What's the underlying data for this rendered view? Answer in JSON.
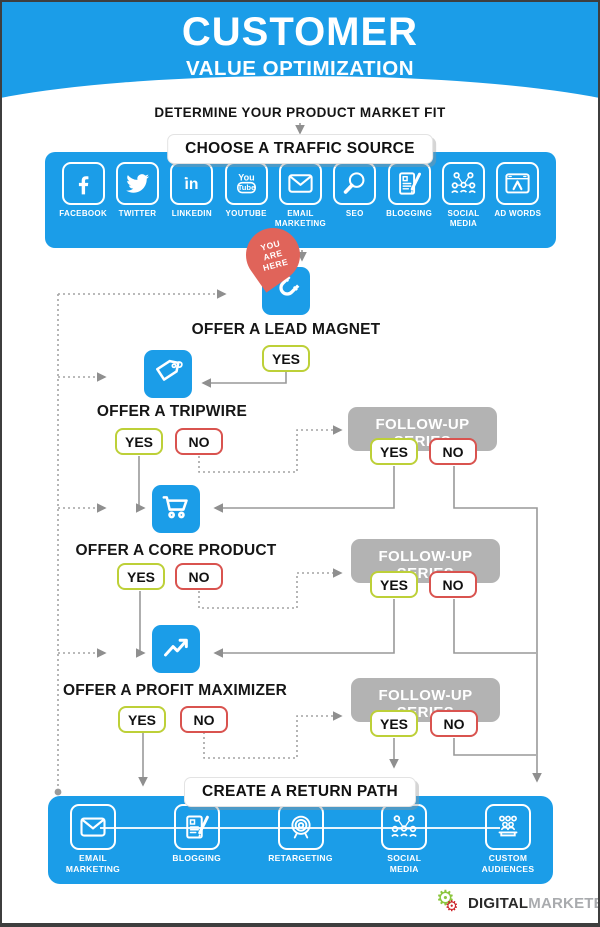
{
  "header": {
    "title": "CUSTOMER",
    "subtitle": "VALUE OPTIMIZATION"
  },
  "steps": {
    "determine": "DETERMINE YOUR PRODUCT MARKET FIT",
    "choose_traffic": "CHOOSE A TRAFFIC SOURCE",
    "create_return": "CREATE A RETURN PATH"
  },
  "traffic": {
    "items": [
      {
        "label": "FACEBOOK",
        "icon": "facebook-icon"
      },
      {
        "label": "TWITTER",
        "icon": "twitter-icon"
      },
      {
        "label": "LINKEDIN",
        "icon": "linkedin-icon"
      },
      {
        "label": "YOUTUBE",
        "icon": "youtube-icon"
      },
      {
        "label": "EMAIL MARKETING",
        "icon": "email-icon"
      },
      {
        "label": "SEO",
        "icon": "seo-icon"
      },
      {
        "label": "BLOGGING",
        "icon": "blogging-icon"
      },
      {
        "label": "SOCIAL MEDIA",
        "icon": "social-media-icon"
      },
      {
        "label": "AD WORDS",
        "icon": "adwords-icon"
      }
    ]
  },
  "pin": {
    "line1": "YOU",
    "line2": "ARE",
    "line3": "HERE"
  },
  "flow": {
    "lead_magnet": {
      "label": "OFFER A LEAD MAGNET",
      "yes": "YES",
      "icon": "magnet-icon"
    },
    "tripwire": {
      "label": "OFFER A TRIPWIRE",
      "yes": "YES",
      "no": "NO",
      "icon": "price-tag-icon"
    },
    "core_product": {
      "label": "OFFER A CORE PRODUCT",
      "yes": "YES",
      "no": "NO",
      "icon": "cart-icon"
    },
    "profit_maximizer": {
      "label": "OFFER A PROFIT MAXIMIZER",
      "yes": "YES",
      "no": "NO",
      "icon": "growth-arrow-icon"
    },
    "followups": [
      {
        "label": "FOLLOW-UP SERIES",
        "yes": "YES",
        "no": "NO"
      },
      {
        "label": "FOLLOW-UP SERIES",
        "yes": "YES",
        "no": "NO"
      },
      {
        "label": "FOLLOW-UP SERIES",
        "yes": "YES",
        "no": "NO"
      }
    ]
  },
  "return_path": {
    "items": [
      {
        "label": "EMAIL MARKETING",
        "icon": "email-icon"
      },
      {
        "label": "BLOGGING",
        "icon": "blogging-icon"
      },
      {
        "label": "RETARGETING",
        "icon": "retargeting-icon"
      },
      {
        "label": "SOCIAL MEDIA",
        "icon": "social-media-icon"
      },
      {
        "label": "CUSTOM AUDIENCES",
        "icon": "custom-audiences-icon"
      }
    ]
  },
  "footer": {
    "brand_bold": "DIGITAL",
    "brand_light": "MARKETER"
  },
  "colors": {
    "accent_blue": "#1b9de8",
    "followup_gray": "#b3b3b3",
    "yes_green": "#bdd038",
    "no_red": "#d9534f",
    "pin_red": "#e0645a",
    "connector_gray": "#999999"
  }
}
